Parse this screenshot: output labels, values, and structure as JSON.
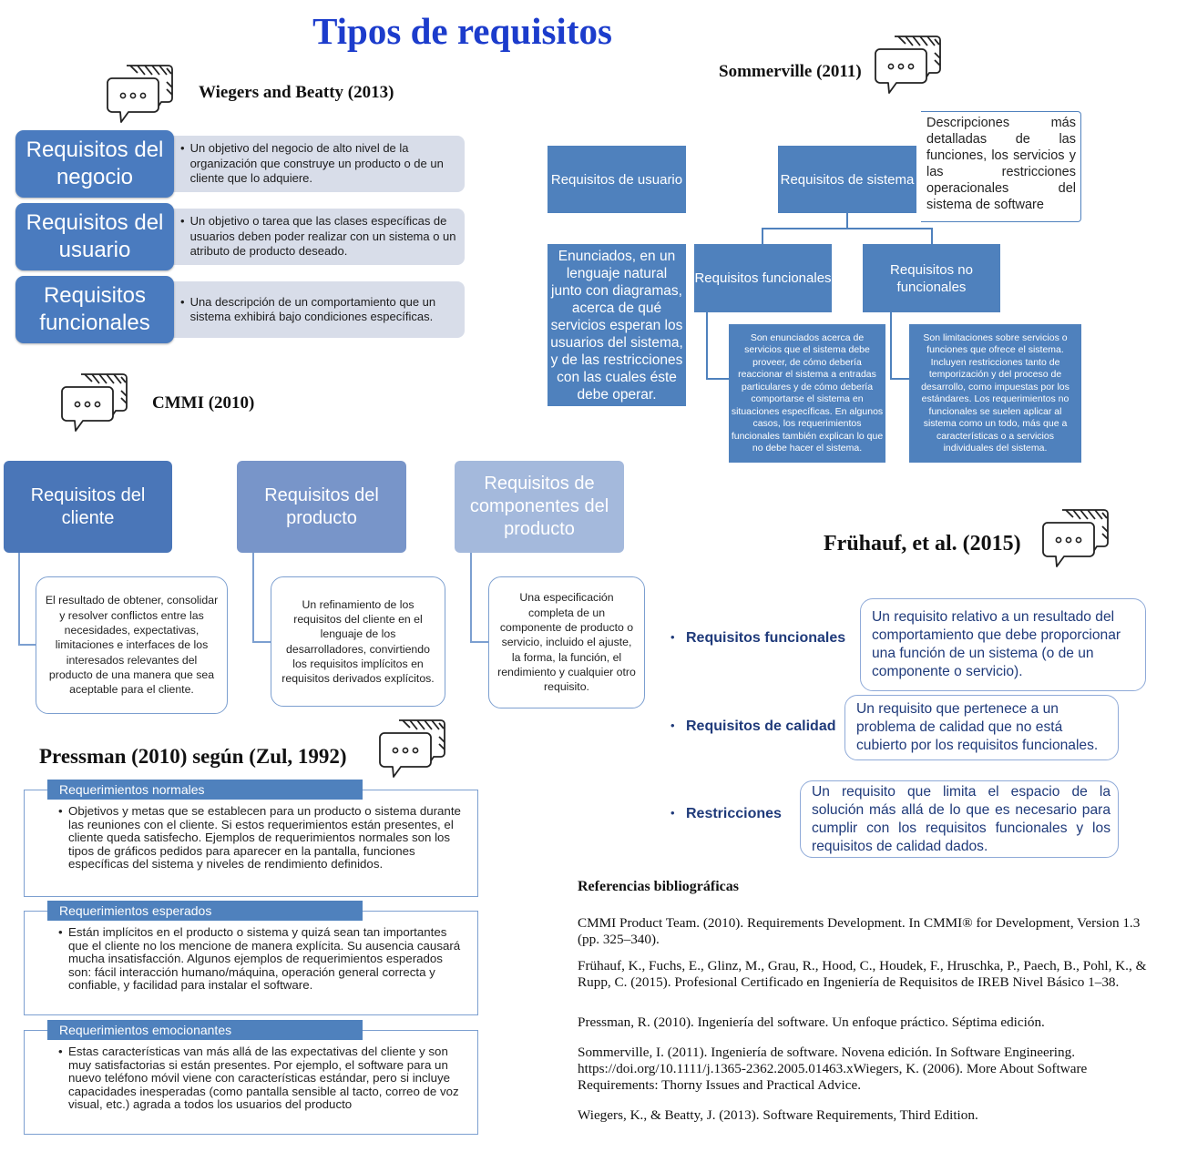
{
  "title": "Tipos de requisitos",
  "icons": {
    "speech": "speech-bubble-icon"
  },
  "colors": {
    "title": "#1c3ccc",
    "box_blue": "#4f81bd",
    "cmmi_dark": "#4a76b8",
    "cmmi_mid": "#7895c9",
    "cmmi_light": "#a4b9dc",
    "fruhauf_text": "#1f3a7a"
  },
  "wiegers": {
    "author": "Wiegers and Beatty (2013)",
    "items": [
      {
        "label": "Requisitos del negocio",
        "desc": "Un objetivo del negocio  de alto nivel de la organización que construye un producto o de un cliente que lo adquiere."
      },
      {
        "label": "Requisitos del usuario",
        "desc": "Un objetivo o tarea que las clases específicas de usuarios deben poder realizar con un sistema o un atributo de producto deseado."
      },
      {
        "label": "Requisitos funcionales",
        "desc": "Una descripción de un comportamiento que un sistema exhibirá bajo condiciones específicas."
      }
    ]
  },
  "sommerville": {
    "author": "Sommerville (2011)",
    "user_req": "Requisitos de usuario",
    "user_desc": "Enunciados, en un lenguaje natural junto con diagramas, acerca de qué servicios esperan los usuarios del sistema, y de las restricciones con las cuales éste debe operar.",
    "system_req": "Requisitos de sistema",
    "system_desc": "Descripciones más detalladas de las funciones, los servicios y las restricciones operacionales del sistema de software",
    "functional": "Requisitos funcionales",
    "functional_desc": "Son enunciados acerca de servicios que el sistema debe proveer, de cómo debería reaccionar el sistema a entradas particulares y de cómo debería comportarse el sistema en situaciones específicas. En algunos casos, los requerimientos funcionales también explican lo que no debe hacer el sistema.",
    "nonfunctional": "Requisitos no funcionales",
    "nonfunctional_desc": "Son limitaciones sobre servicios o funciones que ofrece el sistema. Incluyen restricciones tanto de temporización y del proceso de desarrollo, como impuestas por los estándares. Los requerimientos no funcionales se suelen aplicar al sistema como un todo, más que a características o a servicios individuales del sistema."
  },
  "cmmi": {
    "author": "CMMI (2010)",
    "items": [
      {
        "label": "Requisitos del cliente",
        "desc": "El resultado de obtener, consolidar y resolver conflictos entre las necesidades, expectativas, limitaciones e interfaces de los interesados relevantes del producto de una manera que sea aceptable para el cliente."
      },
      {
        "label": "Requisitos del producto",
        "desc": "Un refinamiento de los requisitos del cliente en el lenguaje de los desarrolladores, convirtiendo los requisitos implícitos en requisitos derivados explícitos."
      },
      {
        "label": "Requisitos de componentes del producto",
        "desc": "Una especificación completa de un componente de producto o servicio, incluido el ajuste, la forma, la función, el rendimiento y cualquier otro requisito."
      }
    ]
  },
  "pressman": {
    "author": "Pressman (2010) según (Zul, 1992)",
    "items": [
      {
        "label": "Requerimientos normales",
        "desc": "Objetivos y metas que se establecen para un producto o sistema durante las reuniones con el cliente. Si estos requerimientos están presentes, el cliente queda satisfecho. Ejemplos de requerimientos normales son los tipos de gráficos pedidos para aparecer en la pantalla, funciones específicas del sistema y niveles de rendimiento definidos."
      },
      {
        "label": "Requerimientos esperados",
        "desc": "Están implícitos en el producto o sistema y quizá sean tan importantes que el cliente no los mencione de manera explícita. Su ausencia causará mucha insatisfacción. Algunos ejemplos de requerimientos esperados son: fácil interacción humano/máquina, operación general correcta y confiable, y facilidad para instalar el software."
      },
      {
        "label": "Requerimientos emocionantes",
        "desc": "Estas características van más allá de las expectativas del cliente y son muy satisfactorias si están presentes. Por ejemplo, el software para un nuevo teléfono móvil viene con características estándar, pero si incluye capacidades inesperadas (como pantalla sensible al tacto, correo de voz visual, etc.) agrada a todos los usuarios del producto"
      }
    ]
  },
  "fruhauf": {
    "author": "Frühauf, et al. (2015)",
    "items": [
      {
        "label": "Requisitos funcionales",
        "desc": "Un requisito relativo a un resultado del comportamiento que debe proporcionar una función de un sistema (o de un componente o servicio)."
      },
      {
        "label": "Requisitos de calidad",
        "desc": "Un requisito que pertenece a un problema de calidad que no está cubierto por los requisitos funcionales."
      },
      {
        "label": "Restricciones",
        "desc": "Un requisito que limita el espacio de la solución más allá de lo que es necesario para cumplir con los requisitos funcionales y los requisitos de calidad dados."
      }
    ]
  },
  "references": {
    "heading": "Referencias bibliográficas",
    "items": [
      "CMMI Product Team. (2010). Requirements Development. In CMMI® for Development, Version 1.3 (pp. 325–340).",
      "Frühauf, K., Fuchs, E., Glinz, M., Grau, R., Hood, C., Houdek, F., Hruschka, P., Paech, B., Pohl, K., & Rupp, C. (2015). Profesional Certificado en Ingeniería de Requisitos de IREB   Nivel Básico 1–38.",
      "Pressman, R. (2010). Ingeniería del software. Un enfoque práctico. Séptima edición.",
      "Sommerville, I. (2011). Ingeniería de software. Novena edición. In Software Engineering. https://doi.org/10.1111/j.1365-2362.2005.01463.xWiegers, K. (2006). More About Software Requirements: Thorny Issues and Practical Advice.",
      "Wiegers, K., & Beatty, J. (2013). Software Requirements, Third Edition."
    ]
  }
}
